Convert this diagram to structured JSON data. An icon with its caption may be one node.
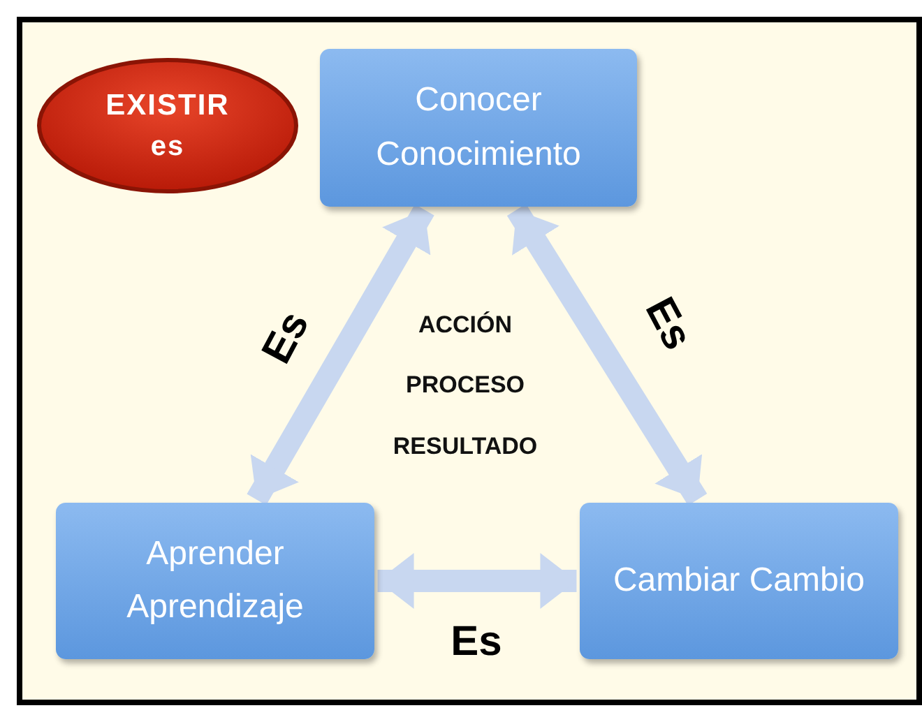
{
  "diagram": {
    "nodes": [
      {
        "text": [
          "EXISTIR",
          "es"
        ]
      },
      {
        "text": [
          "Conocer Conocimiento"
        ]
      },
      {
        "text": [
          "Aprender Aprendizaje"
        ]
      },
      {
        "text": [
          "Cambiar Cambio"
        ]
      }
    ],
    "edges": [
      {
        "from": 1,
        "to": 2,
        "arrow": "both",
        "label": "Es"
      },
      {
        "from": 1,
        "to": 3,
        "arrow": "both",
        "label": "Es"
      },
      {
        "from": 2,
        "to": 3,
        "arrow": "both",
        "label": "Es"
      }
    ],
    "labels": [
      "ACCIÓN",
      "PROCESO",
      "RESULTADO"
    ]
  }
}
